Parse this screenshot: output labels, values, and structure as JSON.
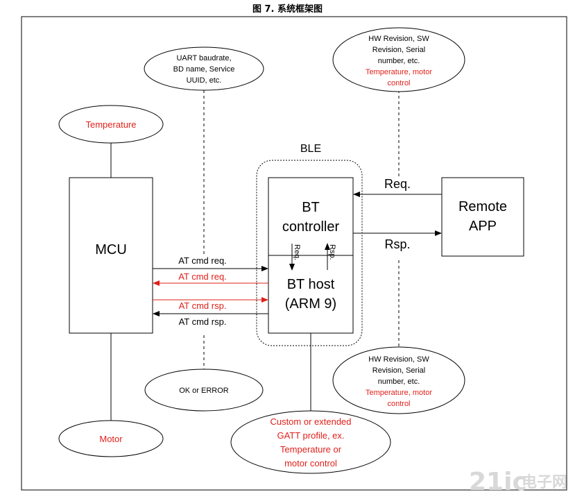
{
  "caption": "图 7. 系统框架图",
  "colors": {
    "black": "#000000",
    "red": "#e0201a"
  },
  "group_label": "BLE",
  "blocks": {
    "mcu": "MCU",
    "bt_controller": [
      "BT",
      "controller"
    ],
    "bt_host": [
      "BT host",
      "(ARM 9)"
    ],
    "remote_app": [
      "Remote",
      "APP"
    ]
  },
  "internal_arrows": {
    "req": "Req.",
    "rsp": "Rsp."
  },
  "links": {
    "req": "Req.",
    "rsp": "Rsp."
  },
  "at_commands": [
    {
      "label": "AT cmd req.",
      "direction": "to-host",
      "color": "black"
    },
    {
      "label": "AT cmd req.",
      "direction": "to-mcu",
      "color": "red"
    },
    {
      "label": "AT cmd rsp.",
      "direction": "to-host",
      "color": "red"
    },
    {
      "label": "AT cmd rsp.",
      "direction": "to-mcu",
      "color": "black"
    }
  ],
  "notes": {
    "temperature": {
      "lines": [],
      "red_lines": [
        "Temperature"
      ]
    },
    "motor": {
      "lines": [],
      "red_lines": [
        "Motor"
      ]
    },
    "uart": {
      "lines": [
        "UART baudrate,",
        "BD name, Service",
        "UUID, etc."
      ],
      "red_lines": []
    },
    "ok_error": {
      "lines": [
        "OK or ERROR"
      ],
      "red_lines": []
    },
    "hw_top": {
      "lines": [
        "HW Revision, SW",
        "Revision, Serial",
        "number, etc."
      ],
      "red_lines": [
        "Temperature,  motor",
        "control"
      ]
    },
    "hw_bottom": {
      "lines": [
        "HW Revision, SW",
        "Revision, Serial",
        "number, etc."
      ],
      "red_lines": [
        "Temperature,  motor",
        "control"
      ]
    },
    "gatt": {
      "lines": [],
      "red_lines": [
        "Custom or extended",
        "GATT profile, ex.",
        "Temperature or",
        "motor control"
      ]
    }
  },
  "watermark": {
    "brand": "21ic",
    "cn": "电子网"
  }
}
